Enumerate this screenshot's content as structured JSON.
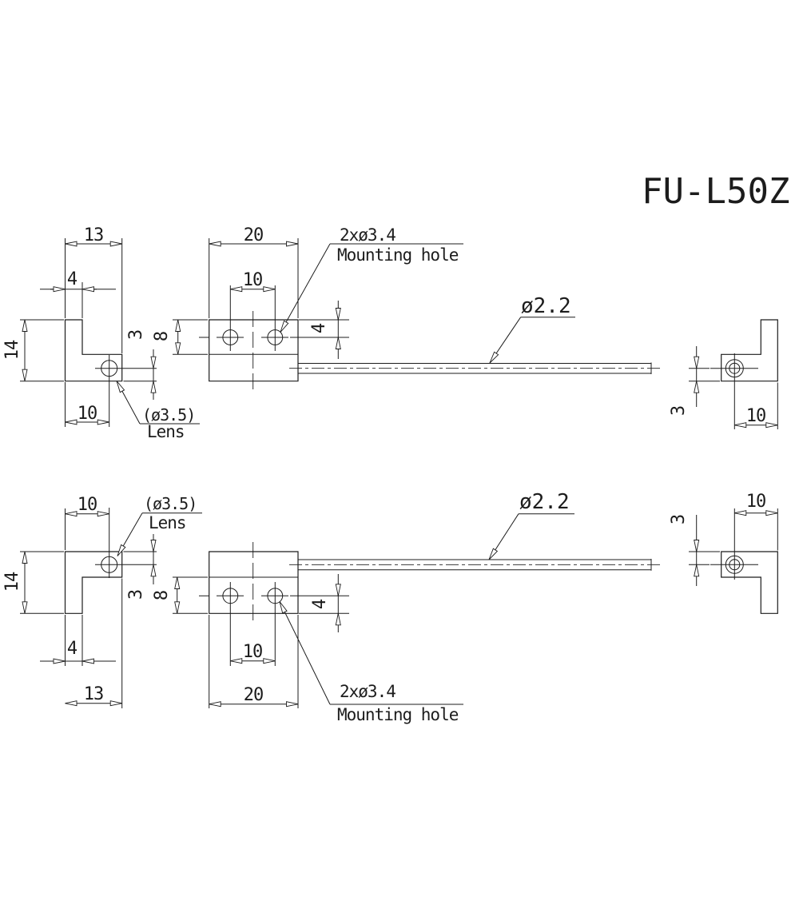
{
  "title": "FU-L50Z",
  "colors": {
    "line": "#1c1c1c",
    "background": "#ffffff"
  },
  "top": {
    "front": {
      "overall_width": "13",
      "tab_width": "4",
      "overall_height": "14",
      "lens_offset": "10",
      "lens_to_edge": "3",
      "step_height": "8",
      "lens_dia": "(ø3.5)",
      "lens_label": "Lens"
    },
    "plan": {
      "overall_width": "20",
      "hole_pitch": "10",
      "hole_edge_offset": "4",
      "hole_note_qty": "2xø3.4",
      "hole_note_name": "Mounting hole",
      "fiber_dia": "ø2.2"
    },
    "end": {
      "edge_offset": "10",
      "center_offset": "3"
    }
  },
  "bottom": {
    "front": {
      "overall_width": "13",
      "tab_width": "4",
      "overall_height": "14",
      "lens_offset": "10",
      "lens_to_edge": "3",
      "step_height": "8",
      "lens_dia": "(ø3.5)",
      "lens_label": "Lens"
    },
    "plan": {
      "overall_width": "20",
      "hole_pitch": "10",
      "hole_edge_offset": "4",
      "hole_note_qty": "2xø3.4",
      "hole_note_name": "Mounting hole",
      "fiber_dia": "ø2.2"
    },
    "end": {
      "edge_offset": "10",
      "center_offset": "3"
    }
  }
}
